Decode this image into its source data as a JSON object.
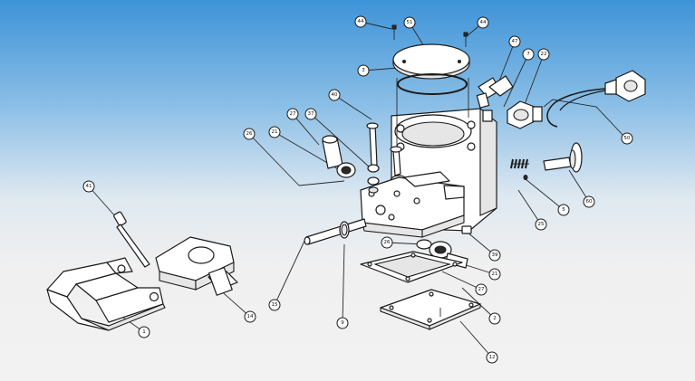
{
  "callouts": [
    {
      "id": "c-44a",
      "label": "44"
    },
    {
      "id": "c-51",
      "label": "51"
    },
    {
      "id": "c-44b",
      "label": "44"
    },
    {
      "id": "c-3",
      "label": "3"
    },
    {
      "id": "c-47",
      "label": "47"
    },
    {
      "id": "c-7",
      "label": "7"
    },
    {
      "id": "c-22",
      "label": "22"
    },
    {
      "id": "c-40",
      "label": "40"
    },
    {
      "id": "c-27a",
      "label": "27"
    },
    {
      "id": "c-37",
      "label": "37"
    },
    {
      "id": "c-26a",
      "label": "26"
    },
    {
      "id": "c-21a",
      "label": "21"
    },
    {
      "id": "c-50",
      "label": "50"
    },
    {
      "id": "c-41",
      "label": "41"
    },
    {
      "id": "c-25",
      "label": "25"
    },
    {
      "id": "c-5",
      "label": "5"
    },
    {
      "id": "c-60",
      "label": "60"
    },
    {
      "id": "c-26b",
      "label": "26"
    },
    {
      "id": "c-39",
      "label": "39"
    },
    {
      "id": "c-21b",
      "label": "21"
    },
    {
      "id": "c-27b",
      "label": "27"
    },
    {
      "id": "c-2",
      "label": "2"
    },
    {
      "id": "c-15",
      "label": "15"
    },
    {
      "id": "c-9",
      "label": "9"
    },
    {
      "id": "c-14",
      "label": "14"
    },
    {
      "id": "c-1",
      "label": "1"
    },
    {
      "id": "c-12",
      "label": "12"
    }
  ]
}
